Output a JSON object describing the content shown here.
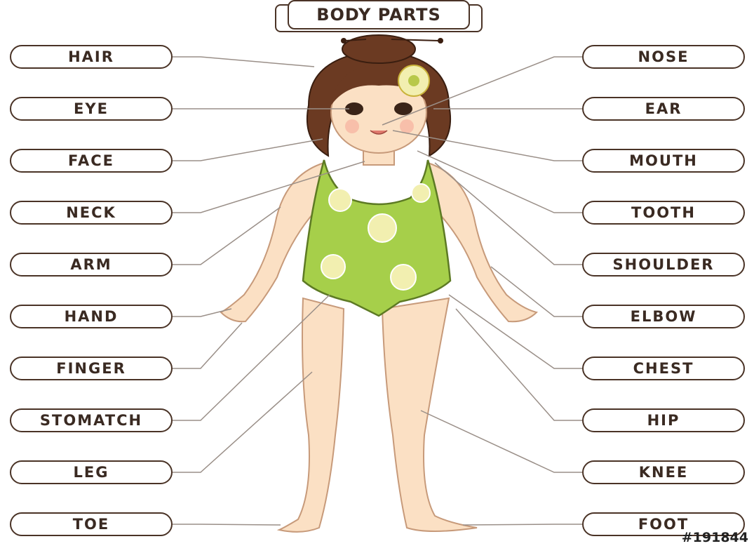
{
  "title": "BODY PARTS",
  "left_labels": [
    "HAIR",
    "EYE",
    "FACE",
    "NECK",
    "ARM",
    "HAND",
    "FINGER",
    "STOMATCH",
    "LEG",
    "TOE"
  ],
  "right_labels": [
    "NOSE",
    "EAR",
    "MOUTH",
    "TOOTH",
    "SHOULDER",
    "ELBOW",
    "CHEST",
    "HIP",
    "KNEE",
    "FOOT"
  ],
  "stock_id": "#191844",
  "colors": {
    "outline": "#4a3326",
    "leader_line": "#9a8f88",
    "skin": "#fbe0c4",
    "hair": "#6b3a22",
    "swimsuit": "#a6cf4a",
    "flower": "#f2efb0"
  }
}
